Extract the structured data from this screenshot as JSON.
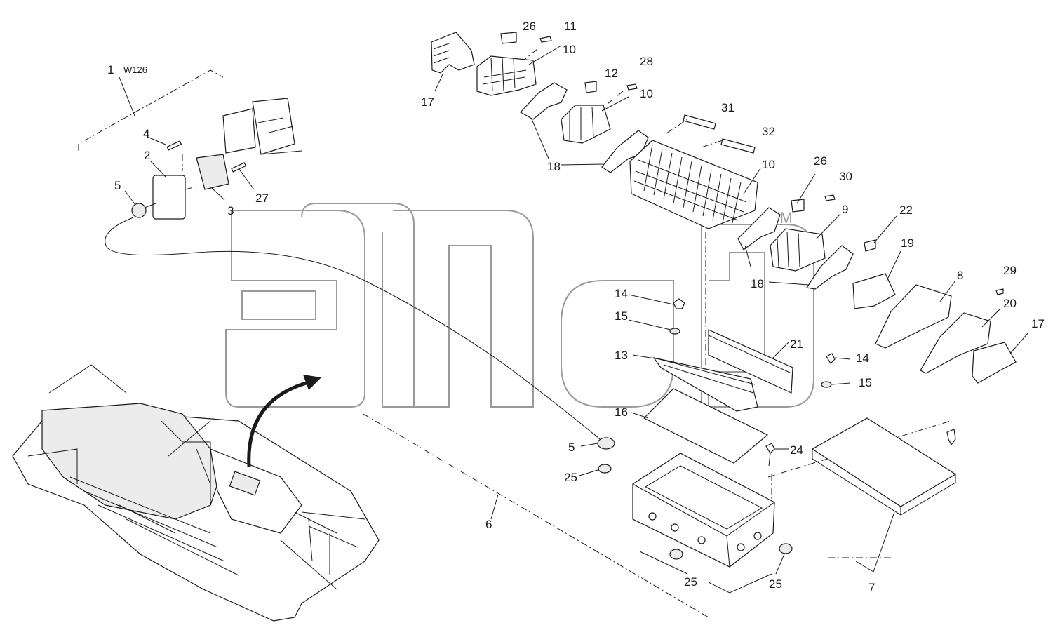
{
  "diagram": {
    "harness_code": "W126",
    "watermark_mark": "TM",
    "callouts": [
      {
        "id": "c1",
        "text": "1"
      },
      {
        "id": "c2",
        "text": "2"
      },
      {
        "id": "c3",
        "text": "3"
      },
      {
        "id": "c4",
        "text": "4"
      },
      {
        "id": "c5a",
        "text": "5"
      },
      {
        "id": "c5b",
        "text": "5"
      },
      {
        "id": "c6",
        "text": "6"
      },
      {
        "id": "c7",
        "text": "7"
      },
      {
        "id": "c8",
        "text": "8"
      },
      {
        "id": "c9",
        "text": "9"
      },
      {
        "id": "c10a",
        "text": "10"
      },
      {
        "id": "c10b",
        "text": "10"
      },
      {
        "id": "c10c",
        "text": "10"
      },
      {
        "id": "c11",
        "text": "11"
      },
      {
        "id": "c12",
        "text": "12"
      },
      {
        "id": "c13",
        "text": "13"
      },
      {
        "id": "c14a",
        "text": "14"
      },
      {
        "id": "c14b",
        "text": "14"
      },
      {
        "id": "c15a",
        "text": "15"
      },
      {
        "id": "c15b",
        "text": "15"
      },
      {
        "id": "c16",
        "text": "16"
      },
      {
        "id": "c17a",
        "text": "17"
      },
      {
        "id": "c17b",
        "text": "17"
      },
      {
        "id": "c18a",
        "text": "18"
      },
      {
        "id": "c18b",
        "text": "18"
      },
      {
        "id": "c19",
        "text": "19"
      },
      {
        "id": "c20",
        "text": "20"
      },
      {
        "id": "c21",
        "text": "21"
      },
      {
        "id": "c22",
        "text": "22"
      },
      {
        "id": "c24",
        "text": "24"
      },
      {
        "id": "c25a",
        "text": "25"
      },
      {
        "id": "c25b",
        "text": "25"
      },
      {
        "id": "c25c",
        "text": "25"
      },
      {
        "id": "c26a",
        "text": "26"
      },
      {
        "id": "c26b",
        "text": "26"
      },
      {
        "id": "c27",
        "text": "27"
      },
      {
        "id": "c28",
        "text": "28"
      },
      {
        "id": "c29",
        "text": "29"
      },
      {
        "id": "c30",
        "text": "30"
      },
      {
        "id": "c31",
        "text": "31"
      },
      {
        "id": "c32",
        "text": "32"
      }
    ]
  }
}
